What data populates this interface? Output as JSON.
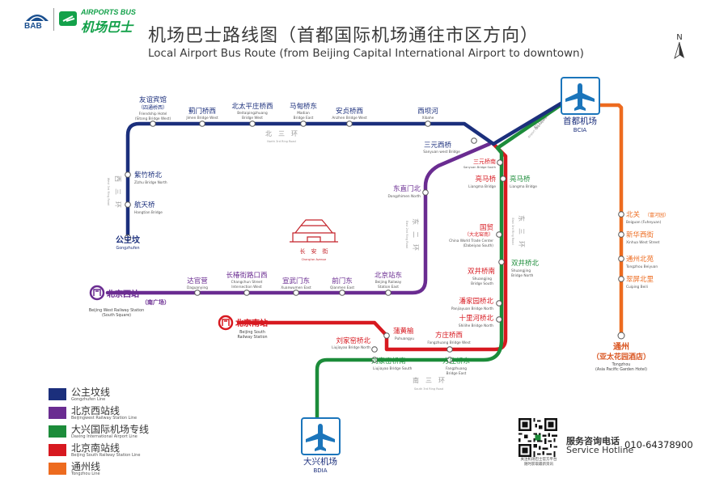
{
  "header": {
    "title": "机场巴士路线图（首都国际机场通往市区方向）",
    "subtitle": "Local Airport Bus Route (from Beijing Capital International Airport to downtown)",
    "logo_bab": "BAB",
    "logo_bus_en": "AIRPORTS BUS",
    "logo_bus_zh": "机场巴士",
    "compass_letter": "N"
  },
  "lines": [
    {
      "zh": "公主坟线",
      "en": "Gongzhufen Line",
      "color": "#1b2f7c"
    },
    {
      "zh": "北京西站线",
      "en": "Beijingwest Railway Station Line",
      "color": "#6a2c91"
    },
    {
      "zh": "大兴国际机场专线",
      "en": "Daxing International Airport Line",
      "color": "#1c8c3a"
    },
    {
      "zh": "北京南站线",
      "en": "Beijing South Railway Station Line",
      "color": "#d71920"
    },
    {
      "zh": "通州线",
      "en": "Tongzhou Line",
      "color": "#ed6b1f"
    }
  ],
  "airports": {
    "bcia": {
      "zh": "首都机场",
      "en": "BCIA"
    },
    "bdia": {
      "zh": "大兴机场",
      "en": "BDIA"
    }
  },
  "terminals": {
    "gongzhufen": {
      "zh": "公主坟",
      "en": "Gongzhufen"
    },
    "beijingxi": {
      "zh": "北京西站",
      "sub": "（南广场）",
      "en1": "Beijing West Railway Station",
      "en2": "(South Square)"
    },
    "beijingnan": {
      "zh": "北京南站",
      "en1": "Beijing South",
      "en2": "Railway Station"
    },
    "tongzhou": {
      "zh1": "通州",
      "zh2": "（亚太花园酒店）",
      "en1": "Tongzhou",
      "en2": "(Asia Pacific Garden Hotel)"
    }
  },
  "stations": {
    "navy": [
      {
        "zh": "友谊宾馆",
        "zh2": "（四通桥西）",
        "en": "Friendship Hotel",
        "en2": "(Sitong Bridge West)"
      },
      {
        "zh": "蓟门桥西",
        "en": "Jimen Bridge West"
      },
      {
        "zh": "北太平庄桥西",
        "en": "Beitaipingzhuang",
        "en2": "Bridge West"
      },
      {
        "zh": "马甸桥东",
        "en": "Madian",
        "en2": "Bridge East"
      },
      {
        "zh": "安贞桥西",
        "en": "Anzhen Bridge West"
      },
      {
        "zh": "西坝河",
        "en": "Xibahe"
      },
      {
        "zh": "三元西桥",
        "en": "Sanyuan west Bridge"
      },
      {
        "zh": "紫竹桥北",
        "en": "Zizhu Bridge North"
      },
      {
        "zh": "航天桥",
        "en": "Hangtian Bridge"
      }
    ],
    "purple": [
      {
        "zh": "达官营",
        "en": "Daguanying"
      },
      {
        "zh": "长椿街路口西",
        "en": "Changchun Street",
        "en2": "Intersection West"
      },
      {
        "zh": "宣武门东",
        "en": "Xuanwumen East"
      },
      {
        "zh": "前门东",
        "en": "Qianmen East"
      },
      {
        "zh": "北京站东",
        "en": "Beijing Railway",
        "en2": "Station East"
      },
      {
        "zh": "东直门北",
        "en": "Dongzhimen North"
      }
    ],
    "red": [
      {
        "zh": "三元桥南",
        "en": "Sanyuan Bridge South"
      },
      {
        "zh": "亮马桥",
        "en": "Liangma Bridge"
      },
      {
        "zh": "国贸",
        "zh2": "（大北窑南）",
        "en": "China World Trade Center",
        "en2": "(Dabeiyao South)"
      },
      {
        "zh": "双井桥南",
        "en": "Shuangjing",
        "en2": "Bridge South"
      },
      {
        "zh": "潘家园桥北",
        "en": "Panjiayuan Bridge North"
      },
      {
        "zh": "十里河桥北",
        "en": "Shilihe Bridge North"
      },
      {
        "zh": "方庄桥西",
        "en": "Fangzhuang Bridge West"
      },
      {
        "zh": "蒲黄榆",
        "en": "Puhuangyu"
      },
      {
        "zh": "刘家窑桥北",
        "en": "Liujiayao Bridge North"
      }
    ],
    "green": [
      {
        "zh": "亮马桥",
        "en": "Liangma Bridge"
      },
      {
        "zh": "双井桥北",
        "en": "Shuangjing",
        "en2": "Bridge North"
      },
      {
        "zh": "方庄桥东",
        "en": "Fangzhuang",
        "en2": "Bridge East"
      },
      {
        "zh": "刘家窑桥南",
        "en": "Liujiayao Bridge South"
      }
    ],
    "orange": [
      {
        "zh": "北关",
        "zh2": "（富河园）",
        "en": "Beiguan (Fuheyuan)"
      },
      {
        "zh": "新华西街",
        "en": "Xinhua West Street"
      },
      {
        "zh": "通州北苑",
        "en": "Tongzhou Beiyuan"
      },
      {
        "zh": "翠屏北里",
        "en": "Cuiping Beili"
      }
    ]
  },
  "roads": {
    "north3": {
      "zh": "北　三　环",
      "en": "North 3rd Ring Road"
    },
    "west3": {
      "zh": "西　三　环",
      "en": "West 3rd Ring Road"
    },
    "east2": {
      "zh": "东　二　环",
      "en": "East 2nd Ring Road"
    },
    "east3": {
      "zh": "东　三　环",
      "en": "East 3rd Ring Road"
    },
    "south3": {
      "zh": "南　三　环",
      "en": "South 3rd Ring Road"
    },
    "airport": {
      "zh": "机场高速",
      "en": "Airport Expressway"
    },
    "changan": {
      "zh": "长　安　街",
      "en": "Chang'an Avenue"
    }
  },
  "footer": {
    "qr_caption_1": "关注机场巴士官方平台",
    "qr_caption_2": "随时获取最新资讯",
    "hotline_zh": "服务咨询电话",
    "hotline_en": "Service Hotline",
    "hotline_number": "010-64378900"
  },
  "icons": {
    "airport": "airplane-icon",
    "railway": "railway-station-icon",
    "landmark": "tiananmen-icon",
    "compass": "north-arrow-icon"
  }
}
